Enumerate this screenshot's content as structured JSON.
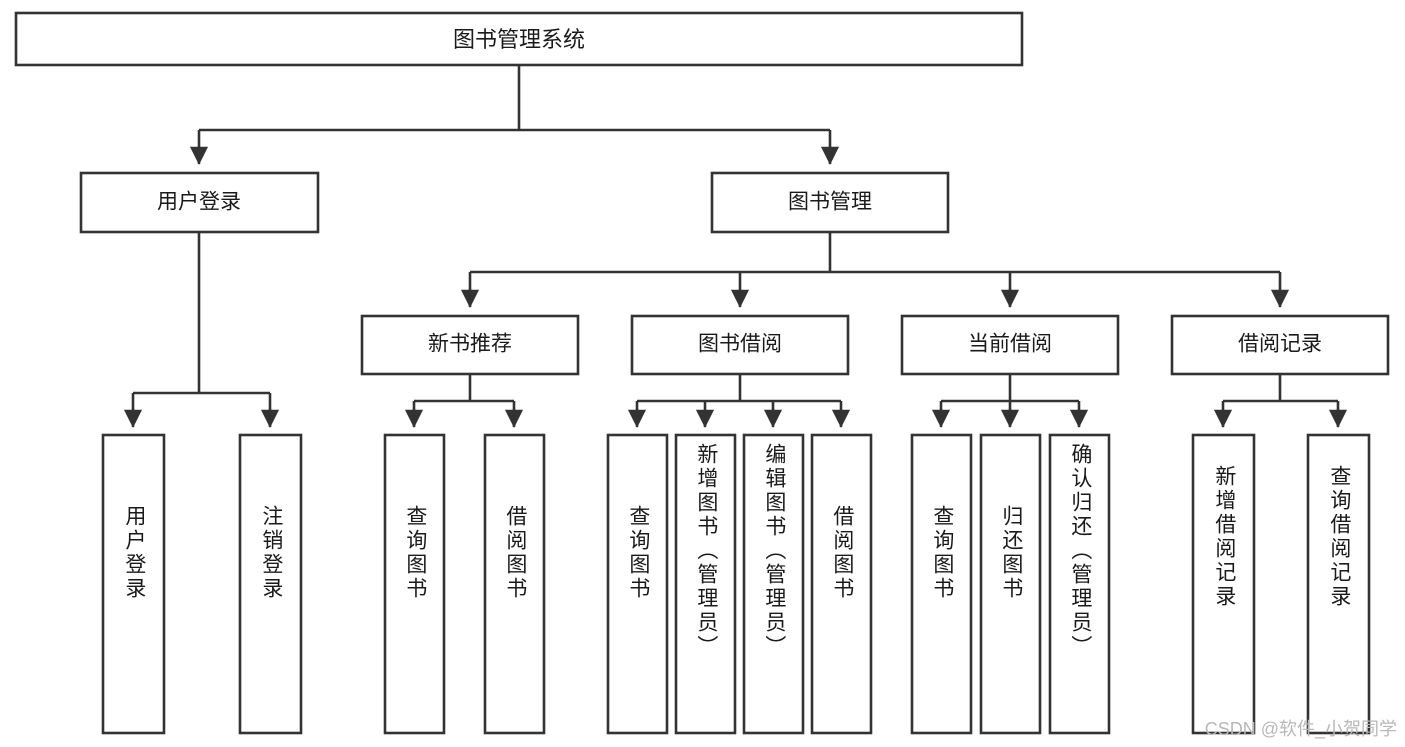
{
  "diagram": {
    "title": "图书管理系统",
    "watermark": "CSDN @软件_小贺同学",
    "colors": {
      "background": "#ffffff",
      "box_fill": "#ffffff",
      "box_stroke": "#333333",
      "text": "#1a1a1a",
      "watermark": "#b8b8b8"
    },
    "root": {
      "label": "图书管理系统"
    },
    "level2": [
      {
        "label": "用户登录"
      },
      {
        "label": "图书管理"
      }
    ],
    "level3": [
      {
        "label": "新书推荐"
      },
      {
        "label": "图书借阅"
      },
      {
        "label": "当前借阅"
      },
      {
        "label": "借阅记录"
      }
    ],
    "leaves": {
      "user_login": [
        {
          "label": "用户登录"
        },
        {
          "label": "注销登录"
        }
      ],
      "new_book_recommend": [
        {
          "label": "查询图书"
        },
        {
          "label": "借阅图书"
        }
      ],
      "book_borrow": [
        {
          "label": "查询图书"
        },
        {
          "label": "新增图书（管理员）"
        },
        {
          "label": "编辑图书（管理员）"
        },
        {
          "label": "借阅图书"
        }
      ],
      "current_borrow": [
        {
          "label": "查询图书"
        },
        {
          "label": "归还图书"
        },
        {
          "label": "确认归还（管理员）"
        }
      ],
      "borrow_record": [
        {
          "label": "新增借阅记录"
        },
        {
          "label": "查询借阅记录"
        }
      ]
    }
  }
}
